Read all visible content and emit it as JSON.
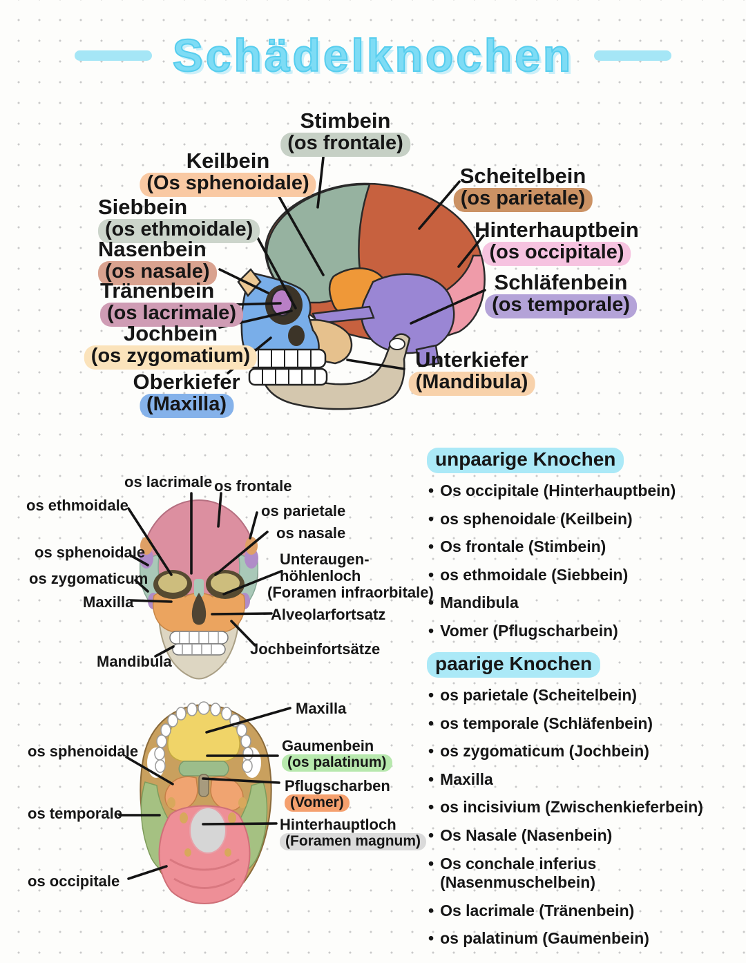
{
  "title": {
    "text": "Schädelknochen"
  },
  "accent": {
    "header_highlight": "#abe9f7",
    "title_color": "#7edcf5",
    "dash_color": "#a5e6f6",
    "ink": "#161616",
    "paper": "#fdfdfb"
  },
  "lateral": {
    "labels": [
      {
        "name": "Stimbein",
        "latin": "(os frontale)",
        "hl": "#c6d0c5"
      },
      {
        "name": "Keilbein",
        "latin": "(Os sphenoidale)",
        "hl": "#f9c9a3"
      },
      {
        "name": "Siebbein",
        "latin": "(os ethmoidale)",
        "hl": "#ccd5cb"
      },
      {
        "name": "Nasenbein",
        "latin": "(os nasale)",
        "hl": "#d9a28f"
      },
      {
        "name": "Tränenbein",
        "latin": "(os lacrimale)",
        "hl": "#cf9cb4"
      },
      {
        "name": "Jochbein",
        "latin": "(os zygomatium)",
        "hl": "#fbe3bb"
      },
      {
        "name": "Oberkiefer",
        "latin": "(Maxilla)",
        "hl": "#85b2ea"
      },
      {
        "name": "Scheitelbein",
        "latin": "(os parietale)",
        "hl": "#cb9264"
      },
      {
        "name": "Hinterhauptbein",
        "latin": "(os occipitale)",
        "hl": "#f6c3e0"
      },
      {
        "name": "Schläfenbein",
        "latin": "(os temporale)",
        "hl": "#b4a3d8"
      },
      {
        "name": "Unterkiefer",
        "latin": "(Mandibula)",
        "hl": "#f8d2ab"
      }
    ]
  },
  "frontal": {
    "lacrimale": "os lacrimale",
    "frontale": "os frontale",
    "ethmoidale": "os ethmoidale",
    "parietale": "os parietale",
    "nasale": "os nasale",
    "sphenoidale": "os sphenoidale",
    "zygomaticum": "os zygomaticum",
    "maxilla": "Maxilla",
    "unteraugen_l1": "Unteraugen-",
    "unteraugen_l2": "höhlenloch",
    "unteraugen_l3": "(Foramen infraorbitale)",
    "alveolar": "Alveolarfortsatz",
    "jochbeinfortsaetze": "Jochbeinfortsätze",
    "mandibula": "Mandibula"
  },
  "inferior": {
    "maxilla": "Maxilla",
    "sphenoidale": "os sphenoidale",
    "gaumenbein": "Gaumenbein",
    "gaumenbein_latin": "(os palatinum)",
    "gaumenbein_hl": "#b7e8ad",
    "pflugscharben": "Pflugscharben",
    "pflugscharben_latin": "(Vomer)",
    "pflugscharben_hl": "#f5a06e",
    "temporale": "os temporale",
    "hinterhauptloch": "Hinterhauptloch",
    "hinterhauptloch_latin": "(Foramen magnum)",
    "hinterhauptloch_hl": "#dadada",
    "occipitale": "os occipitale"
  },
  "lists": {
    "unpaired": {
      "header": "unpaarige Knochen",
      "items": [
        "Os occipitale (Hinterhauptbein)",
        "os sphenoidale (Keilbein)",
        "Os frontale (Stimbein)",
        "os ethmoidale (Siebbein)",
        "Mandibula",
        "Vomer (Pflugscharbein)"
      ]
    },
    "paired": {
      "header": "paarige Knochen",
      "items": [
        "os parietale (Scheitelbein)",
        "os temporale (Schläfenbein)",
        "os zygomaticum (Jochbein)",
        "Maxilla",
        "os incisivium (Zwischenkieferbein)",
        "Os Nasale (Nasenbein)",
        "Os conchale inferius (Nasenmuschelbein)",
        "Os lacrimale (Tränenbein)",
        "os palatinum (Gaumenbein)"
      ]
    }
  },
  "bone_colors": {
    "lat_frontal": "#96b2a0",
    "lat_parietal": "#c7613f",
    "lat_occipital": "#ef9ba9",
    "lat_temporal": "#9a86d4",
    "lat_sphenoid": "#ef9838",
    "lat_zygomatic": "#e6c18d",
    "lat_maxilla": "#79aee9",
    "lat_nasal": "#ecc894",
    "lat_lacrimal": "#b97fc6",
    "lat_mandible": "#d4c7ae",
    "teeth": "#ffffff",
    "front_cranium": "#dc8fa0",
    "front_temple": "#a9c8b8",
    "front_purple": "#b08cc8",
    "front_corner": "#dfa066",
    "front_eye": "#cdbd7d",
    "front_eyerim": "#564a31",
    "front_midface": "#eba45f",
    "front_nasal_dark": "#4f4433",
    "front_mandible": "#ddd6c2",
    "inf_base": "#c9a05e",
    "inf_palate": "#f0d468",
    "inf_palatine": "#9cbd8b",
    "inf_vomer": "#a79b7e",
    "inf_sphenoid": "#f0a471",
    "inf_temporal": "#a5c182",
    "inf_occipital": "#ee8f97",
    "inf_foramen": "#d6d6d6",
    "inf_dot": "#d8a85c"
  }
}
